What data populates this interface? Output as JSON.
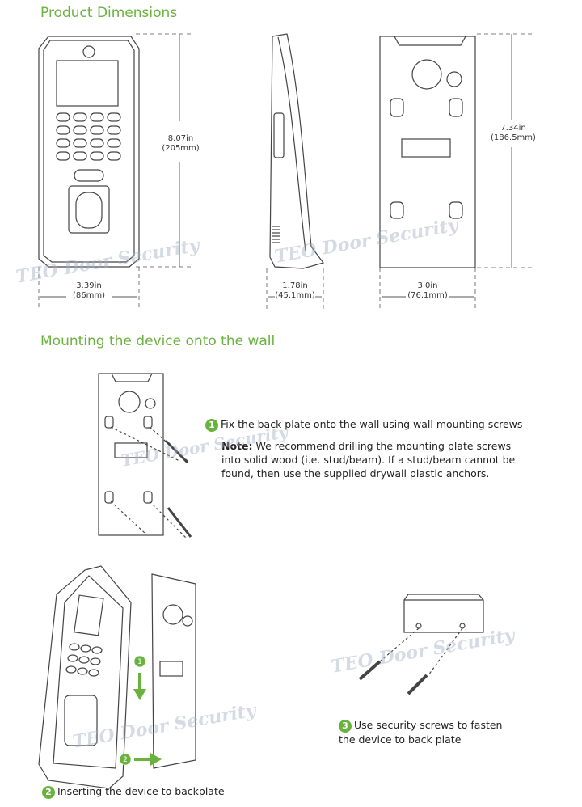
{
  "section1": {
    "title": "Product Dimensions"
  },
  "dims": {
    "front_height": "8.07in\n(205mm)",
    "front_width": "3.39in\n(86mm)",
    "side_depth": "1.78in\n(45.1mm)",
    "back_height": "7.34in\n(186.5mm)",
    "back_width": "3.0in\n(76.1mm)"
  },
  "section2": {
    "title": "Mounting the device onto the wall"
  },
  "steps": {
    "step1": {
      "number": "1",
      "text": "Fix the back plate onto the wall using wall mounting screws"
    },
    "note": {
      "label": "Note:",
      "text": " We recommend drilling the mounting plate screws into solid wood (i.e. stud/beam). If a stud/beam cannot be found, then use the supplied drywall plastic anchors."
    },
    "step2": {
      "number": "2",
      "text": "Inserting the device to backplate"
    },
    "step3": {
      "number": "3",
      "text": "Use security screws to fasten the device to back plate"
    }
  },
  "watermark": "TEO Door Security",
  "colors": {
    "accent": "#6ab23e",
    "line": "#444444"
  }
}
